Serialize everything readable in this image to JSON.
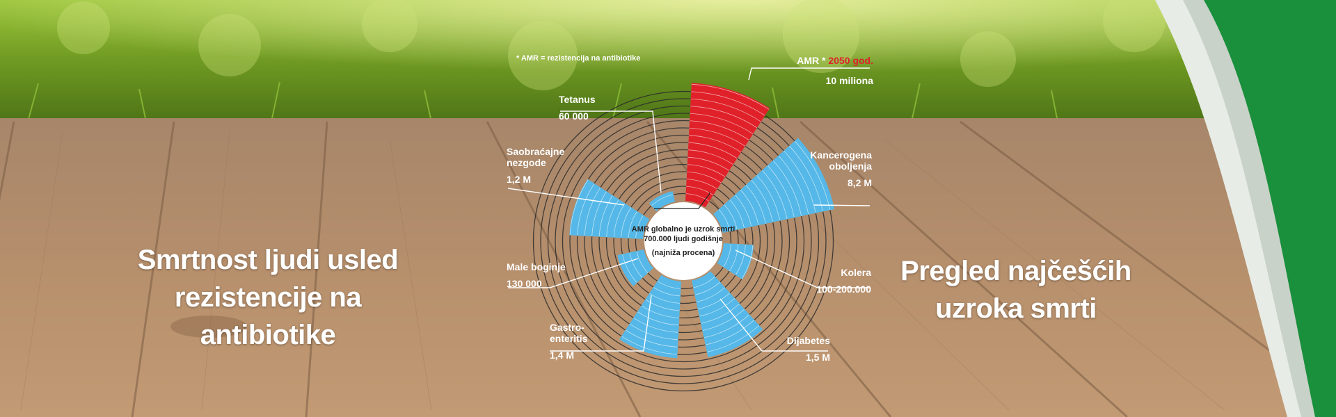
{
  "titles": {
    "left": [
      "Smrtnost ljudi usled",
      "rezistencije na antibiotike"
    ],
    "right": [
      "Pregled najčešćih",
      "uzroka smrti"
    ]
  },
  "footnote": "* AMR = rezistencija na antibiotike",
  "colors": {
    "amr": "#e0212a",
    "other": "#55b8e8",
    "ring": "#2b2b2b",
    "green_band": "#1a8f3c"
  },
  "chart_data": {
    "type": "polar-area",
    "unit": "deaths per year",
    "center": {
      "lines": [
        "AMR globalno je uzrok smrti",
        "700.000 ljudi godišnje"
      ],
      "note": "(najniža procena)",
      "value": 700000
    },
    "series": [
      {
        "label": [
          "AMR * 2050 god."
        ],
        "value_label": "10 miliona",
        "value": 10000000,
        "highlight": true
      },
      {
        "label": [
          "Kancerogena",
          "oboljenja"
        ],
        "value_label": "8,2 M",
        "value": 8200000
      },
      {
        "label": [
          "Kolera"
        ],
        "value_label": "100-200.000",
        "value": 150000
      },
      {
        "label": [
          "Dijabetes"
        ],
        "value_label": "1,5 M",
        "value": 1500000
      },
      {
        "label": [
          "Gastro-",
          "enteritis"
        ],
        "value_label": "1,4 M",
        "value": 1400000
      },
      {
        "label": [
          "Male boginje"
        ],
        "value_label": "130 000",
        "value": 130000
      },
      {
        "label": [
          "Saobraćajne",
          "nezgode"
        ],
        "value_label": "1,2 M",
        "value": 1200000
      },
      {
        "label": [
          "Tetanus"
        ],
        "value_label": "60 000",
        "value": 60000
      }
    ],
    "amr_title_parts": {
      "prefix": "AMR * ",
      "year": "2050 god."
    }
  }
}
